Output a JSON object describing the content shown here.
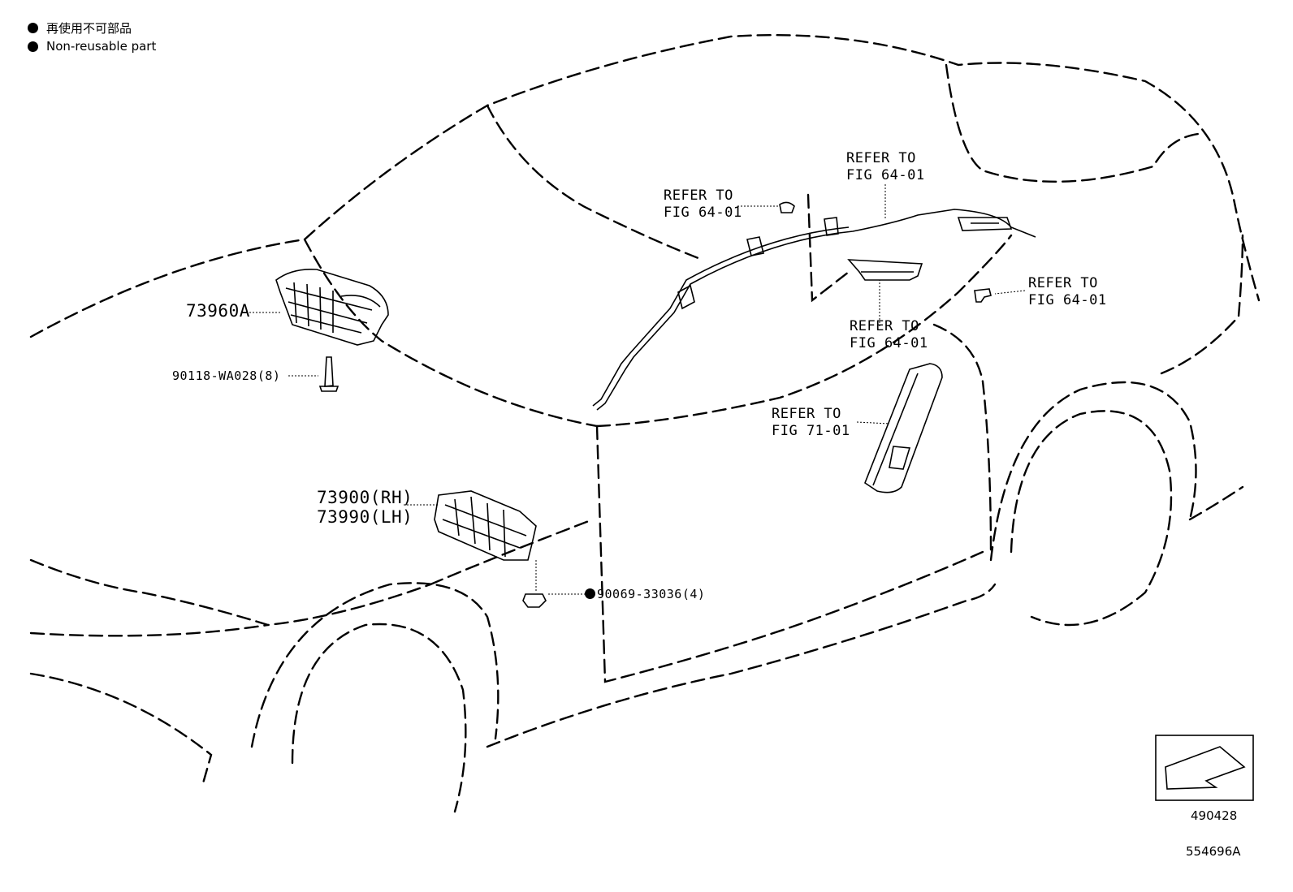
{
  "legend": [
    {
      "text": "再使用不可部品"
    },
    {
      "text": "Non-reusable part"
    }
  ],
  "labels": {
    "refer_roof_left": {
      "line1": "REFER TO",
      "line2": "FIG 64-01"
    },
    "refer_roof_top": {
      "line1": "REFER TO",
      "line2": "FIG 64-01"
    },
    "refer_right": {
      "line1": "REFER TO",
      "line2": "FIG 64-01"
    },
    "refer_center": {
      "line1": "REFER TO",
      "line2": "FIG 64-01"
    },
    "refer_seat": {
      "line1": "REFER TO",
      "line2": "FIG 71-01"
    }
  },
  "parts": {
    "airbag_passenger": "73960A",
    "bolt": "90118-WA028(8)",
    "knee_airbag_rh": "73900(RH)",
    "knee_airbag_lh": "73990(LH)",
    "nut": "90069-33036(4)"
  },
  "view_code": "490428",
  "illustration_id": "554696A"
}
